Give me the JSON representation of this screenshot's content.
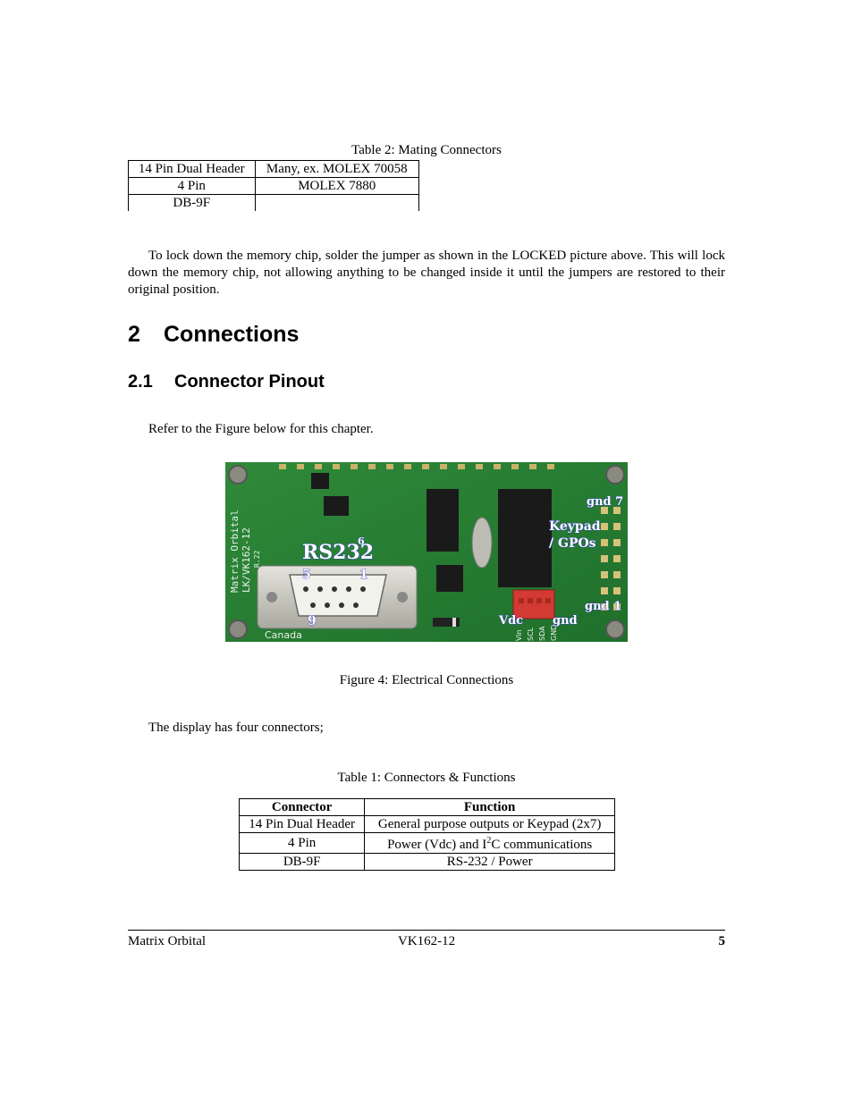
{
  "table2": {
    "caption": "Table 2: Mating Connectors",
    "rows": [
      [
        "14 Pin Dual Header",
        "Many, ex. MOLEX 70058"
      ],
      [
        "4 Pin",
        "MOLEX 7880"
      ],
      [
        "DB-9F",
        ""
      ]
    ]
  },
  "paragraph_lock": "To lock down the memory chip, solder the jumper as shown in the LOCKED picture above. This will lock down the memory chip, not allowing anything to be changed inside it until the jumpers are restored to their original position.",
  "section": {
    "number": "2",
    "title": "Connections"
  },
  "subsection": {
    "number": "2.1",
    "title": "Connector Pinout"
  },
  "refer_text": "Refer to the Figure below for this chapter.",
  "figure": {
    "caption": "Figure 4: Electrical Connections",
    "labels": {
      "rs232": "RS232",
      "pin5": "5",
      "pin1": "1",
      "pin9": "9",
      "pin6": "6",
      "keypad": "Keypad",
      "gpos": "/ GPOs",
      "gnd7": "gnd 7",
      "gnd1": "gnd 1",
      "vdc": "Vdc",
      "gnd": "gnd",
      "brand": "Matrix Orbital",
      "model": "LK/VK162-12",
      "rev": "R.22",
      "country": "Canada",
      "vin": "Vin",
      "scl": "SCL",
      "sda": "SDA",
      "gndpin": "GND"
    }
  },
  "four_connectors_text": "The display has four connectors;",
  "table1": {
    "caption": "Table 1: Connectors & Functions",
    "headers": [
      "Connector",
      "Function"
    ],
    "rows": [
      [
        "14 Pin Dual Header",
        "General purpose outputs or Keypad (2x7)"
      ],
      [
        "4 Pin",
        "Power (Vdc) and I",
        "2",
        "C communications"
      ],
      [
        "DB-9F",
        "RS-232 / Power"
      ]
    ]
  },
  "footer": {
    "left": "Matrix Orbital",
    "center": "VK162-12",
    "page": "5"
  }
}
